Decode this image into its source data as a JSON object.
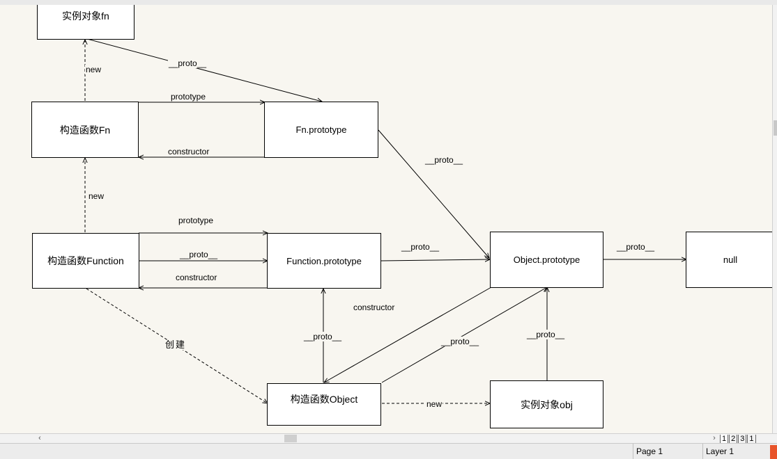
{
  "diagram": {
    "nodes": {
      "fn_instance": "实例对象fn",
      "fn_constructor": "构造函数Fn",
      "fn_prototype": "Fn.prototype",
      "function_constructor": "构造函数Function",
      "function_prototype": "Function.prototype",
      "object_prototype": "Object.prototype",
      "null_node": "null",
      "object_constructor": "构造函数Object",
      "obj_instance": "实例对象obj"
    },
    "edge_labels": {
      "new_fn": "new",
      "proto_fn_to_fnproto": "__proto__",
      "prototype_fn": "prototype",
      "constructor_fn": "constructor",
      "new_function": "new",
      "proto_fnproto_to_objproto": "__proto__",
      "prototype_function": "prototype",
      "proto_function_self": "__proto__",
      "constructor_function": "constructor",
      "proto_functionproto_to_objproto": "__proto__",
      "proto_objproto_to_null": "__proto__",
      "create": "创建",
      "constructor_object": "constructor",
      "proto_object_to_functionproto": "__proto__",
      "proto_object_to_objproto": "__proto__",
      "proto_obj_to_objproto": "__proto__",
      "new_object": "new"
    }
  },
  "tabs": [
    "1",
    "2",
    "3",
    "1"
  ],
  "status": {
    "page": "Page 1",
    "layer": "Layer 1"
  }
}
